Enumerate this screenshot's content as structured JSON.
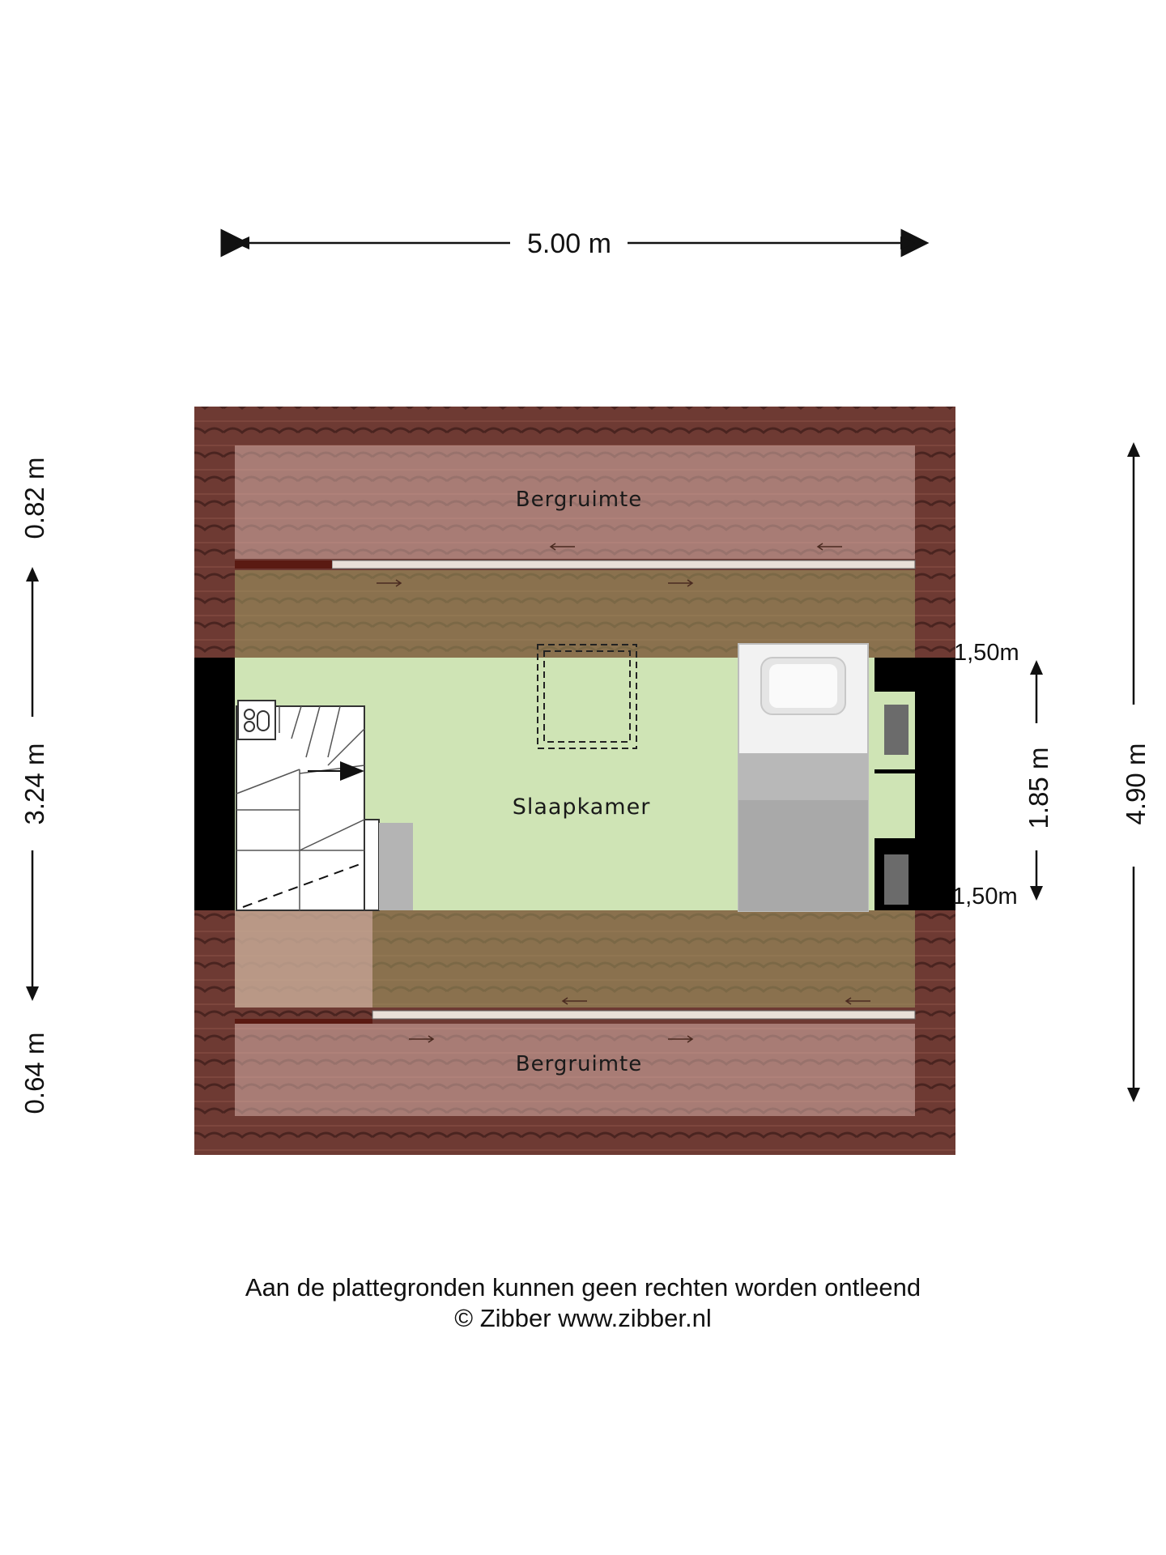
{
  "dimensions": {
    "top_width": "5.00 m",
    "left_top": "0.82 m",
    "left_middle": "3.24 m",
    "left_bottom": "0.64 m",
    "right_total": "4.90 m",
    "right_inner": "1.85 m",
    "right_inner_top_label": "1,50m",
    "right_inner_bottom_label": "1,50m"
  },
  "rooms": {
    "storage_top": "Bergruimte",
    "bedroom": "Slaapkamer",
    "storage_bottom": "Bergruimte"
  },
  "footer": {
    "disclaimer": "Aan de plattegronden kunnen geen rechten worden ontleend",
    "copyright": "© Zibber www.zibber.nl"
  },
  "colors": {
    "roof_tile": "#6e3a33",
    "roof_tile_line": "#4a2420",
    "storage_overlay": "#c9a29c",
    "roof_sloped_area": "#8a7f4e",
    "bedroom_floor": "#cfe4b5",
    "wall": "#000000",
    "bed_grey": "#a9a9a9"
  },
  "icons": [
    "arrow-left-icon",
    "arrow-right-icon",
    "arrow-up-icon",
    "arrow-down-icon",
    "staircase-icon",
    "bed-icon",
    "boiler-icon",
    "roof-window-icon"
  ]
}
